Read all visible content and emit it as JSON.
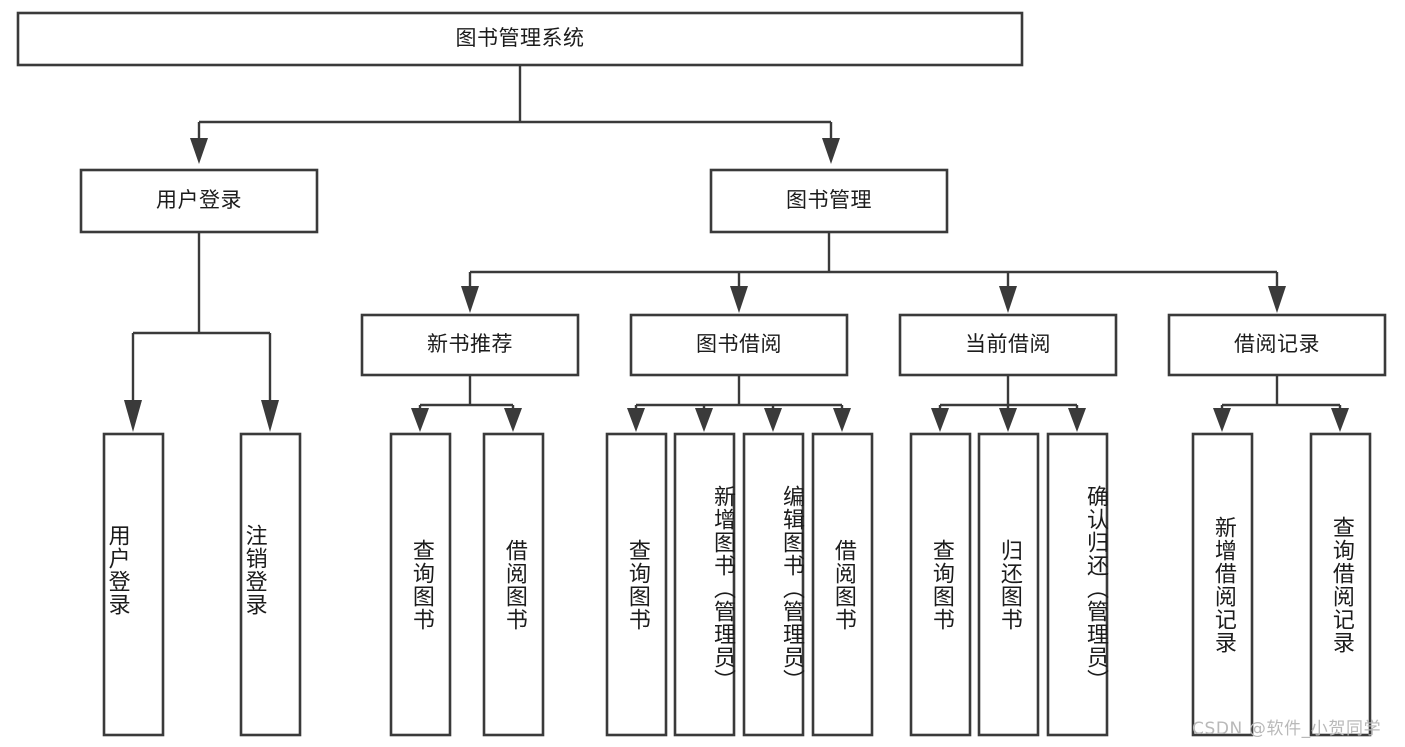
{
  "diagram": {
    "type": "tree",
    "title": "图书管理系统",
    "watermark": "CSDN @软件_小贺同学",
    "colors": {
      "stroke": "#3a3a3a",
      "box_fill": "#ffffff",
      "text": "#1c1c1c",
      "background": "#ffffff",
      "watermark": "#b9b9b9"
    },
    "root": {
      "label": "图书管理系统"
    },
    "level2": [
      {
        "label": "用户登录"
      },
      {
        "label": "图书管理"
      }
    ],
    "level3": [
      {
        "label": "新书推荐"
      },
      {
        "label": "图书借阅"
      },
      {
        "label": "当前借阅"
      },
      {
        "label": "借阅记录"
      }
    ],
    "leaves": [
      {
        "label": "用户登录",
        "parent": "用户登录",
        "align": "bottom"
      },
      {
        "label": "注销登录",
        "parent": "用户登录",
        "align": "bottom"
      },
      {
        "label": "查询图书",
        "parent": "新书推荐",
        "align": "middle"
      },
      {
        "label": "借阅图书",
        "parent": "新书推荐",
        "align": "middle"
      },
      {
        "label": "查询图书",
        "parent": "图书借阅",
        "align": "middle"
      },
      {
        "label": "新增图书（管理员）",
        "parent": "图书借阅",
        "align": "top"
      },
      {
        "label": "编辑图书（管理员）",
        "parent": "图书借阅",
        "align": "top"
      },
      {
        "label": "借阅图书",
        "parent": "图书借阅",
        "align": "middle"
      },
      {
        "label": "查询图书",
        "parent": "当前借阅",
        "align": "middle"
      },
      {
        "label": "归还图书",
        "parent": "当前借阅",
        "align": "middle"
      },
      {
        "label": "确认归还（管理员）",
        "parent": "当前借阅",
        "align": "top"
      },
      {
        "label": "新增借阅记录",
        "parent": "借阅记录",
        "align": "middle"
      },
      {
        "label": "查询借阅记录",
        "parent": "借阅记录",
        "align": "middle"
      }
    ]
  }
}
